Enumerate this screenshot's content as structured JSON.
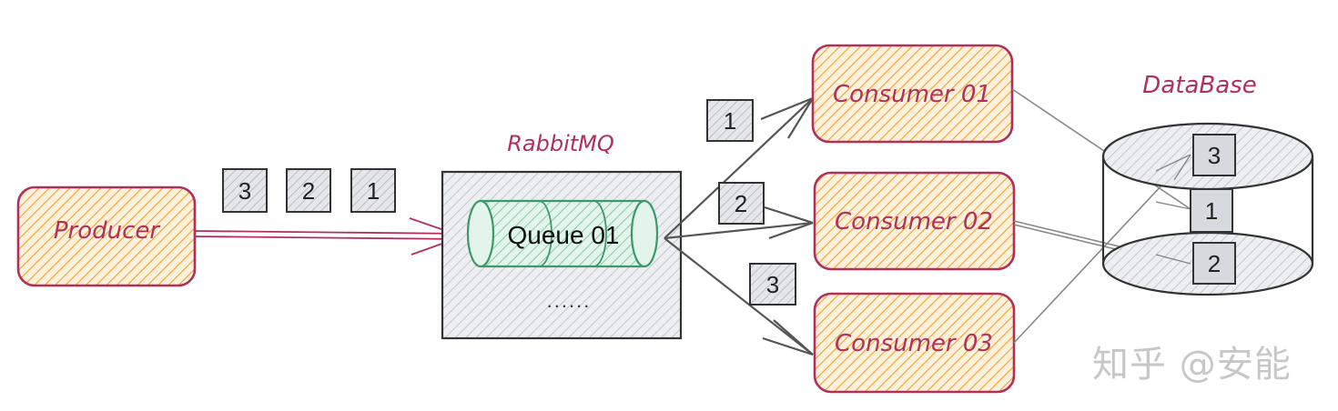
{
  "producer": {
    "label": "Producer"
  },
  "broker": {
    "title": "RabbitMQ",
    "queue_label": "Queue 01",
    "ellipsis": "......"
  },
  "producer_messages": [
    "3",
    "2",
    "1"
  ],
  "consumers": [
    {
      "label": "Consumer 01",
      "message": "1"
    },
    {
      "label": "Consumer 02",
      "message": "2"
    },
    {
      "label": "Consumer 03",
      "message": "3"
    }
  ],
  "database": {
    "title": "DataBase",
    "stored": [
      "3",
      "1",
      "2"
    ]
  },
  "watermark": "知乎 @安能",
  "colors": {
    "maroon": "#b0305a",
    "orange_hatch": "#f0a030",
    "orange_fill": "#fbe6c4",
    "queue_green": "#3c9a6a",
    "queue_fill": "#cdebd8",
    "gray_hatch": "#b9bcc2",
    "box_fill": "#dde0e5"
  }
}
